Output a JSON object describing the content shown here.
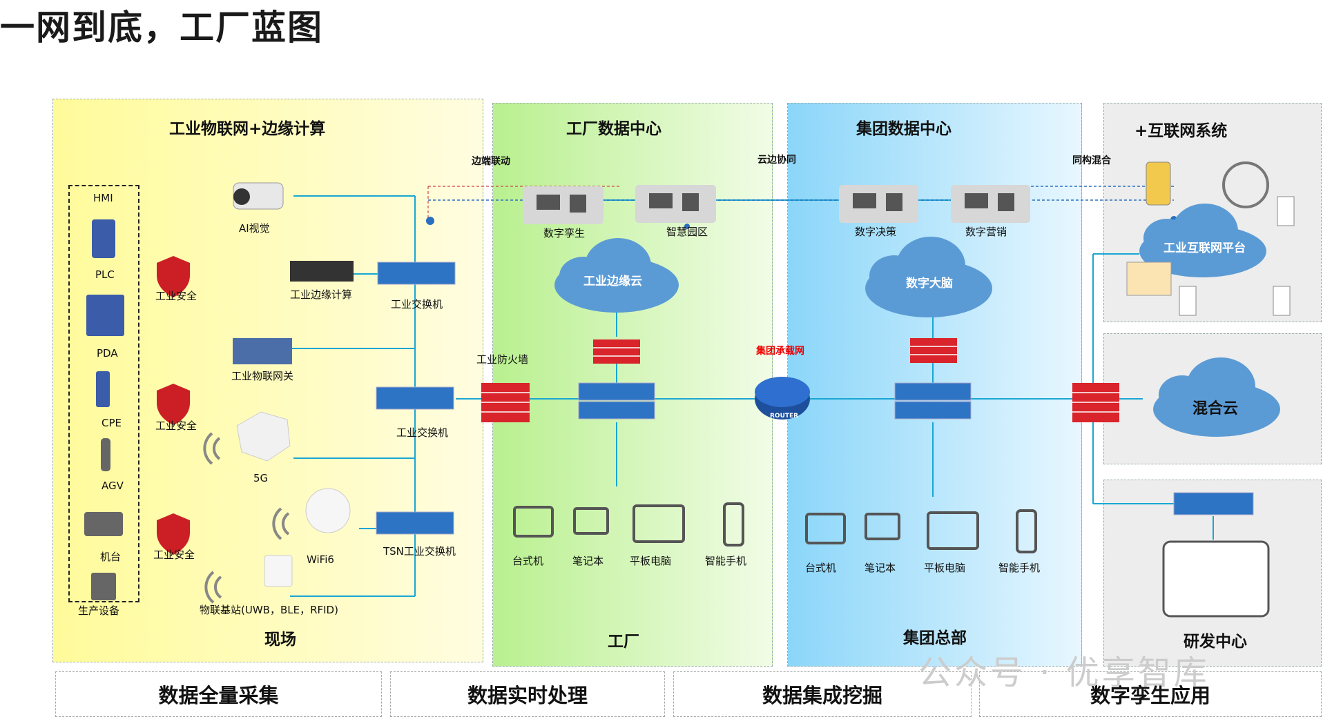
{
  "title": "一网到底，工厂蓝图",
  "zones": {
    "field": {
      "header": "工业物联网+边缘计算",
      "footer": "现场"
    },
    "factory_dc": {
      "header": "工厂数据中心",
      "footer": "工厂"
    },
    "group_dc": {
      "header": "集团数据中心",
      "footer": "集团总部"
    },
    "internet": {
      "header": "+互联网系统"
    },
    "rnd": {
      "footer": "研发中心"
    }
  },
  "devices": [
    "HMI",
    "PLC",
    "PDA",
    "CPE",
    "AGV",
    "机台",
    "生产设备"
  ],
  "security_labels": [
    "工业安全",
    "工业安全",
    "工业安全"
  ],
  "edge_nodes": {
    "ai_vision": "AI视觉",
    "edge_compute": "工业边缘计算",
    "iot_gateway": "工业物联网关",
    "five_g": "5G",
    "wifi6": "WiFi6",
    "iot_base": "物联基站(UWB，BLE，RFID)"
  },
  "switches": [
    "工业交换机",
    "工业交换机",
    "TSN工业交换机"
  ],
  "links": {
    "edge_collab": "边端联动",
    "cloud_edge": "云边协同",
    "homo_mix": "同构混合",
    "firewall": "工业防火墙",
    "group_network": "集团承载网"
  },
  "apps": {
    "twin": "数字孪生",
    "park": "智慧园区",
    "decision": "数字决策",
    "marketing": "数字营销"
  },
  "clouds": {
    "edge_cloud": "工业边缘云",
    "brain": "数字大脑",
    "internet_platform": "工业互联网平台",
    "hybrid": "混合云"
  },
  "router_label": "ROUTER",
  "terminals": [
    "台式机",
    "笔记本",
    "平板电脑",
    "智能手机"
  ],
  "bottom_bar": [
    "数据全量采集",
    "数据实时处理",
    "数据集成挖掘",
    "数字孪生应用"
  ],
  "watermark": "公众号 · 优享智库",
  "colors": {
    "line": "#19a6d4",
    "cloud": "#5b9bd5",
    "firewall": "#d9242b",
    "switch": "#2d74c4"
  }
}
